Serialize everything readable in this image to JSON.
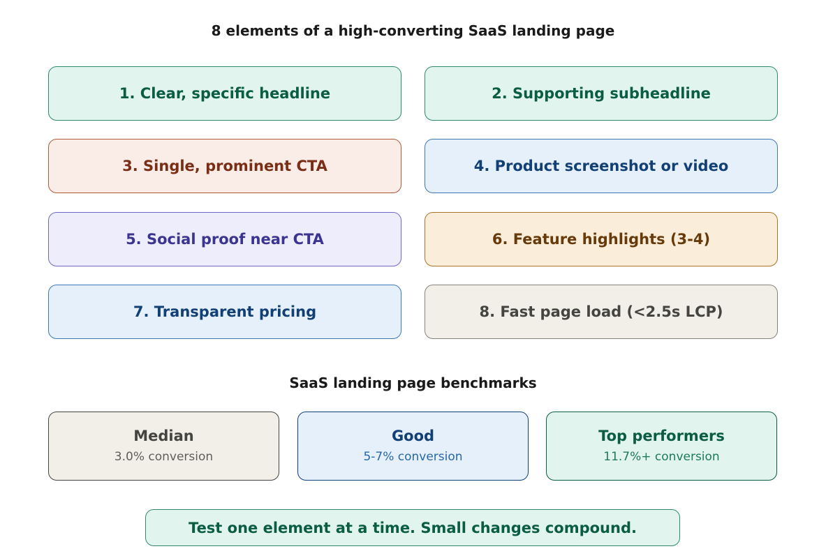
{
  "title": "8 elements of a high-converting SaaS landing page",
  "elements": [
    {
      "label": "1. Clear, specific headline",
      "color": "#e1f5ee"
    },
    {
      "label": "2. Supporting subheadline",
      "color": "#e1f5ee"
    },
    {
      "label": "3. Single, prominent CTA",
      "color": "#faece7"
    },
    {
      "label": "4. Product screenshot or video",
      "color": "#e5f0fb"
    },
    {
      "label": "5. Social proof near CTA",
      "color": "#eeedfb"
    },
    {
      "label": "6. Feature highlights (3-4)",
      "color": "#faeeda"
    },
    {
      "label": "7. Transparent pricing",
      "color": "#e5f0fb"
    },
    {
      "label": "8. Fast page load (<2.5s LCP)",
      "color": "#f1efe8"
    }
  ],
  "benchmarks_title": "SaaS landing page benchmarks",
  "benchmarks": [
    {
      "title": "Median",
      "value": "3.0% conversion",
      "color": "#f1efe8"
    },
    {
      "title": "Good",
      "value": "5-7% conversion",
      "color": "#e5f0fb"
    },
    {
      "title": "Top performers",
      "value": "11.7%+ conversion",
      "color": "#e1f5ee"
    }
  ],
  "footer": "Test one element at a time. Small changes compound."
}
